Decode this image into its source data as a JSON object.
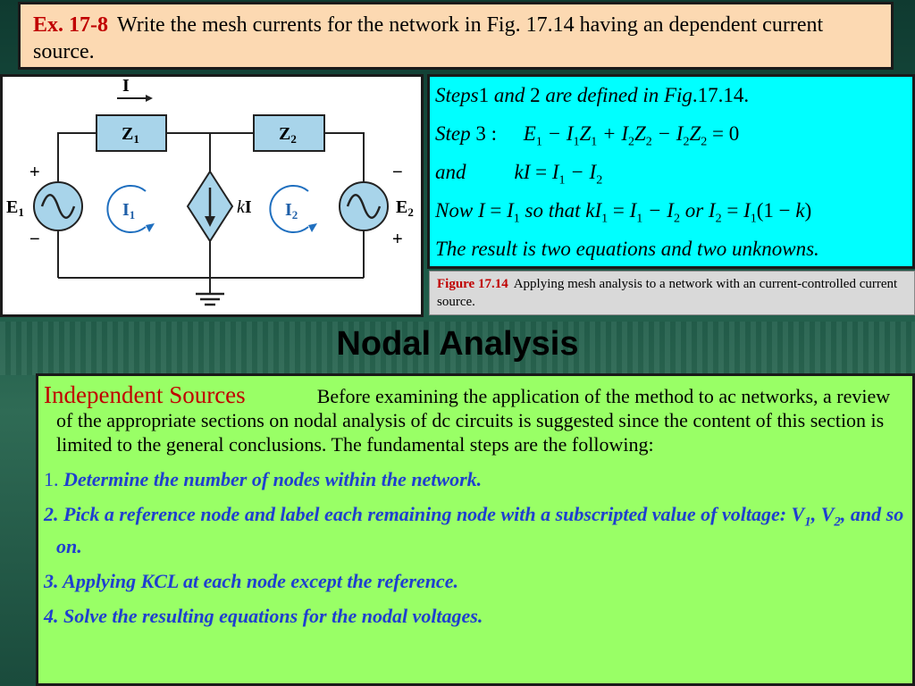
{
  "header": {
    "example_label": "Ex. 17-8",
    "text": "Write the mesh currents for the network in Fig. 17.14 having an dependent current source."
  },
  "circuit": {
    "current_label": "I",
    "z1": "Z",
    "z1_sub": "1",
    "z2": "Z",
    "z2_sub": "2",
    "e1": "E",
    "e1_sub": "1",
    "e2": "E",
    "e2_sub": "2",
    "mesh1": "I",
    "mesh1_sub": "1",
    "mesh2": "I",
    "mesh2_sub": "2",
    "source_k": "k",
    "source_i": "I",
    "plus": "+",
    "minus": "−"
  },
  "steps": {
    "line1_a": "Steps",
    "line1_b": "1",
    "line1_c": "and",
    "line1_d": "2",
    "line1_e": "are defined in",
    "line1_f": "Fig",
    "line1_g": ".17.14.",
    "line2_label": "Step",
    "line2_num": "3 :",
    "line3_and": "and",
    "line4_now": "Now",
    "line4_so": "so that",
    "line4_or": "or",
    "line5": "The result is two equations and two unknowns."
  },
  "caption": {
    "figure_label": "Figure 17.14",
    "text": "Applying mesh analysis to a network with an current-controlled current source."
  },
  "section": {
    "title": "Nodal Analysis"
  },
  "content": {
    "subheading": "Independent Sources",
    "intro": "Before examining the application of the method to ac networks, a review of the appropriate sections on nodal analysis of dc circuits is suggested since the content of this section is limited to the general conclusions. The fundamental steps are the following:",
    "step1_num": "1.",
    "step1": "Determine the number of nodes within the network.",
    "step2_a": "2. Pick a reference node and label each remaining node with a subscripted value of voltage: V",
    "step2_sub1": "1",
    "step2_b": ", V",
    "step2_sub2": "2",
    "step2_c": ", and so on.",
    "step3": "3. Applying KCL at each node except the reference.",
    "step4": "4. Solve the resulting equations for the nodal voltages."
  }
}
